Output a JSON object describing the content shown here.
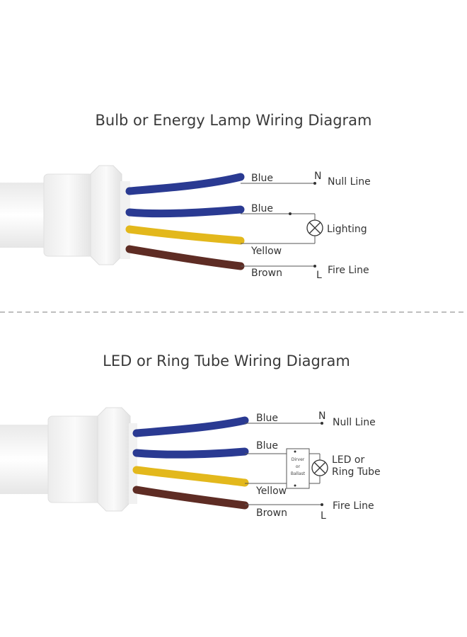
{
  "diagram1": {
    "title": "Bulb or Energy Lamp Wiring Diagram",
    "wires": [
      {
        "label": "Blue",
        "color": "#2a3a92"
      },
      {
        "label": "Blue",
        "color": "#2a3a92"
      },
      {
        "label": "Yellow",
        "color": "#e3b81c"
      },
      {
        "label": "Brown",
        "color": "#5e2c24"
      }
    ],
    "neutral_symbol": "N",
    "neutral_label": "Null Line",
    "load_label": "Lighting",
    "live_symbol": "L",
    "live_label": "Fire Line"
  },
  "diagram2": {
    "title": "LED or Ring Tube Wiring Diagram",
    "wires": [
      {
        "label": "Blue",
        "color": "#2a3a92"
      },
      {
        "label": "Blue",
        "color": "#2a3a92"
      },
      {
        "label": "Yellow",
        "color": "#e3b81c"
      },
      {
        "label": "Brown",
        "color": "#5e2c24"
      }
    ],
    "neutral_symbol": "N",
    "neutral_label": "Null Line",
    "driver_lines": [
      "Dirver",
      "or",
      "Ballast"
    ],
    "load_lines": [
      "LED or",
      "Ring Tube"
    ],
    "live_symbol": "L",
    "live_label": "Fire Line"
  }
}
